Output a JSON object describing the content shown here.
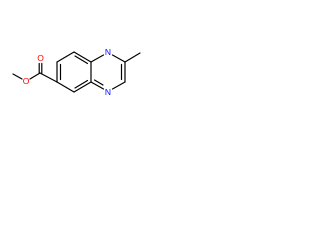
{
  "molecule": {
    "atoms": [
      {
        "id": "o_ether",
        "symbol": "O"
      },
      {
        "id": "o_carbonyl",
        "symbol": "O"
      },
      {
        "id": "n1",
        "symbol": "N"
      },
      {
        "id": "n4",
        "symbol": "N"
      }
    ]
  },
  "colors": {
    "oxygen": "#ff0000",
    "nitrogen": "#0000ff",
    "bond": "#000000",
    "background": "#ffffff"
  }
}
